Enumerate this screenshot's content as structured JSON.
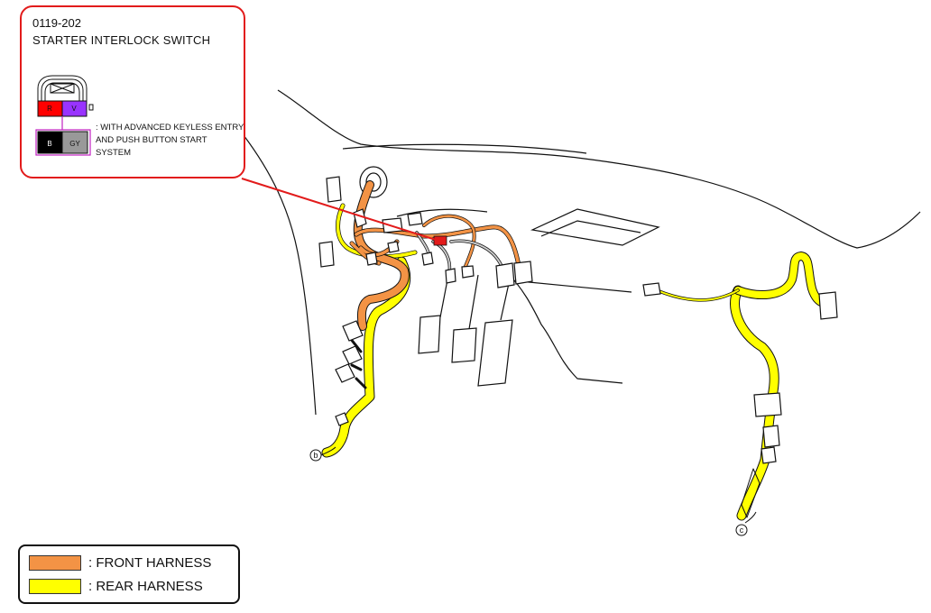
{
  "callout": {
    "code": "0119-202",
    "title": "STARTER INTERLOCK SWITCH",
    "note": ": WITH ADVANCED KEYLESS ENTRY AND PUSH BUTTON START SYSTEM",
    "connector_upper": {
      "pins": [
        {
          "label": "R",
          "color": "#ff0000"
        },
        {
          "label": "V",
          "color": "#9933ff"
        }
      ]
    },
    "connector_lower": {
      "pins": [
        {
          "label": "B",
          "color": "#000000"
        },
        {
          "label": "GY",
          "color": "#999999"
        }
      ]
    },
    "border_color": "#e21b1b"
  },
  "markers": {
    "b": "b",
    "c": "c"
  },
  "legend": {
    "items": [
      {
        "label": ": FRONT HARNESS",
        "color": "#f39345"
      },
      {
        "label": ": REAR HARNESS",
        "color": "#ffff00"
      }
    ]
  }
}
